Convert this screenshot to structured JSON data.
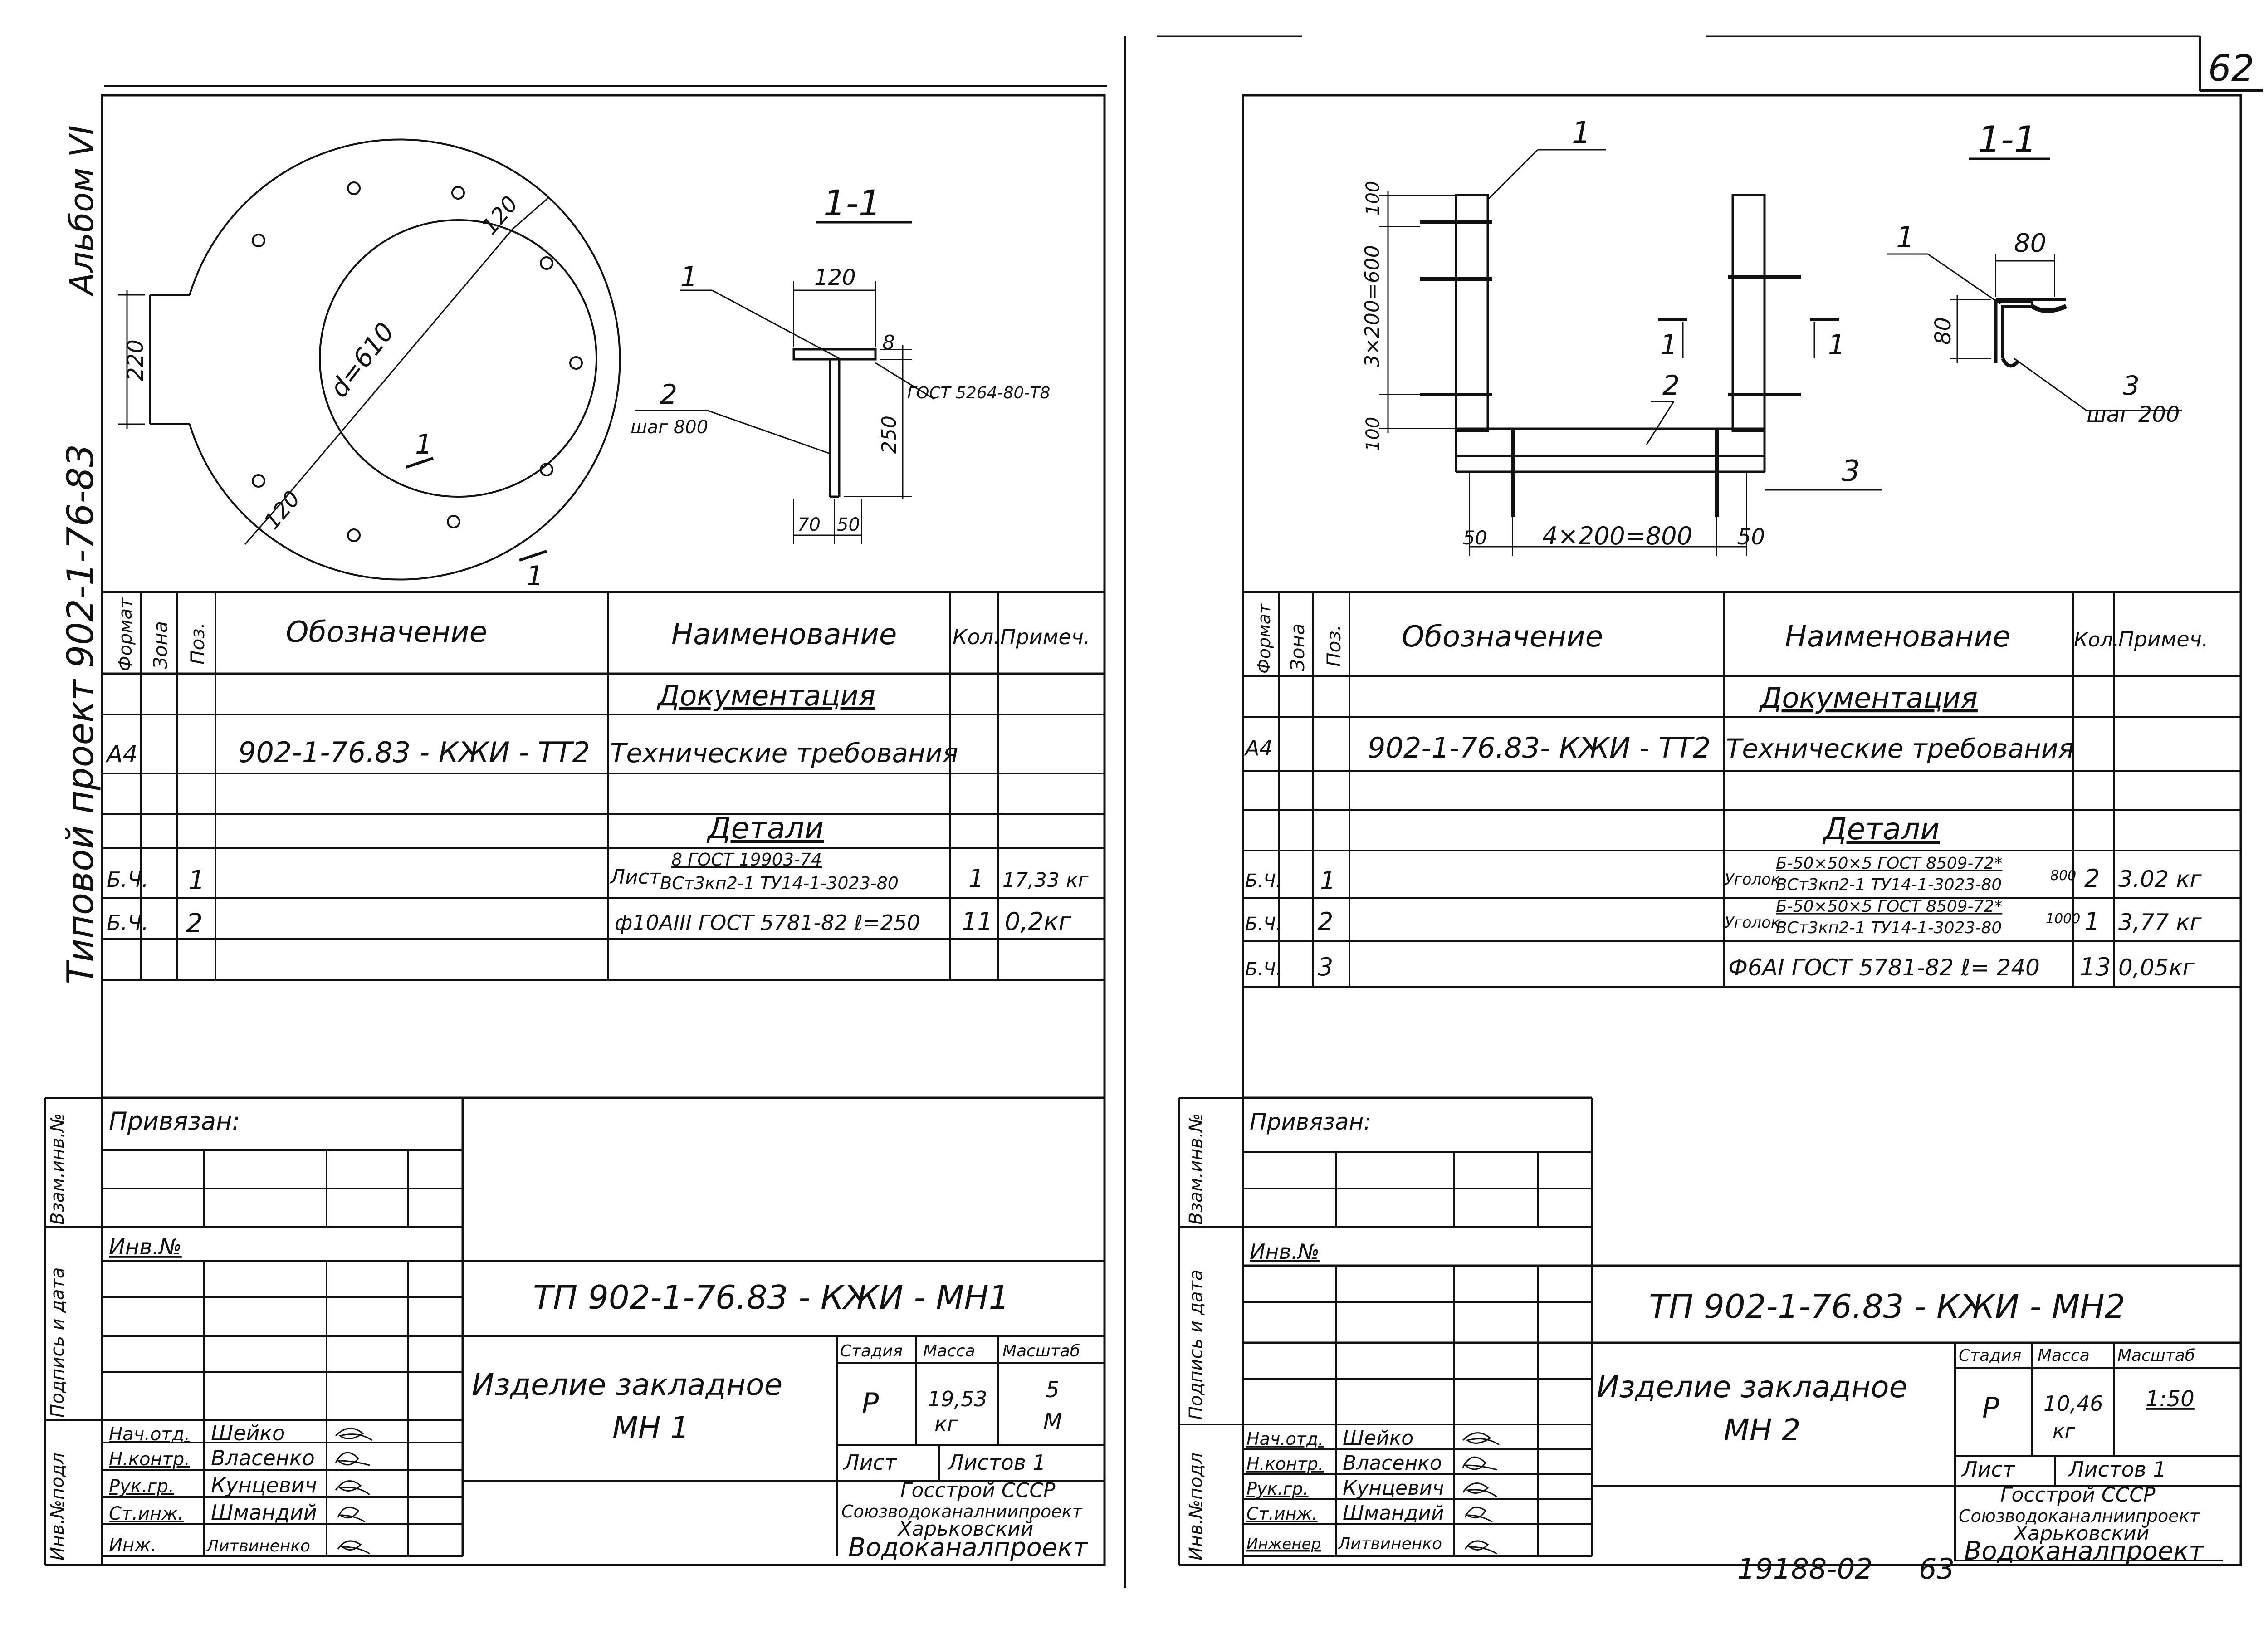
{
  "page_number": "62",
  "footer_code": "19188-02",
  "footer_sheet": "63",
  "left_margin": {
    "album": "Альбом VI",
    "project": "Типовой  проект  902-1-76-83"
  },
  "side_labels": {
    "vzam": "Взам.инв.№",
    "podpis": "Подпись и дата",
    "inv_podl": "Инв.№подл"
  },
  "spec_headers": {
    "format": "Формат",
    "zona": "Зона",
    "poz": "Поз.",
    "oboznachenie": "Обозначение",
    "naimenovanie": "Наименование",
    "kol": "Кол.",
    "primech": "Примеч."
  },
  "sheet1": {
    "drawing": {
      "section_title": "1-1",
      "dim_d": "d=610",
      "dim_220": "220",
      "dim_120_top": "120",
      "dim_120_bottom": "120",
      "section_mark": "1",
      "detail_dim_120": "120",
      "detail_dim_8": "8",
      "detail_dim_250": "250",
      "detail_dim_70": "70",
      "detail_dim_50": "50",
      "callout_1": "1",
      "callout_2": "2",
      "callout_2_note": "шаг 800",
      "gost_note": "ГОСТ 5264-80-Т8"
    },
    "spec": {
      "section_doc": "Документация",
      "doc_format": "А4",
      "doc_designation": "902-1-76.83 - КЖИ - ТТ2",
      "doc_name": "Технические требования",
      "section_parts": "Детали",
      "rows": [
        {
          "format": "Б.Ч.",
          "poz": "1",
          "name_pre": "Лист",
          "name_top": "8 ГОСТ 19903-74",
          "name_bottom": "ВСт3кп2-1 ТУ14-1-3023-80",
          "kol": "1",
          "prim": "17,33 кг"
        },
        {
          "format": "Б.Ч.",
          "poz": "2",
          "name_pre": "",
          "name_top": "ф10АIII ГОСТ 5781-82  ℓ=250",
          "name_bottom": "",
          "kol": "11",
          "prim": "0,2кг"
        }
      ]
    },
    "title_block": {
      "privyazan": "Привязан:",
      "inv_no": "Инв.№",
      "code": "ТП 902-1-76.83 - КЖИ - МН1",
      "name_line1": "Изделие закладное",
      "name_line2": "МН 1",
      "stadiya_label": "Стадия",
      "massa_label": "Масса",
      "masshtab_label": "Масштаб",
      "stadiya": "Р",
      "massa": "19,53",
      "massa_unit": "кг",
      "masshtab_top": "5",
      "masshtab_bottom": "М",
      "list_label": "Лист",
      "listov_label": "Листов 1",
      "org1": "Госстрой СССР",
      "org2": "Союзводоканалниипроект",
      "org3": "Харьковский",
      "org4": "Водоканалпроект",
      "signers": [
        {
          "role": "Нач.отд.",
          "name": "Шейко"
        },
        {
          "role": "Н.контр.",
          "name": "Власенко"
        },
        {
          "role": "Рук.гр.",
          "name": "Кунцевич"
        },
        {
          "role": "Ст.инж.",
          "name": "Шмандий"
        },
        {
          "role": "Инж.",
          "name": "Литвиненко"
        }
      ]
    }
  },
  "sheet2": {
    "drawing": {
      "section_title_top": "1-1",
      "callout_1a": "1",
      "callout_1b": "1",
      "callout_2": "2",
      "callout_3": "3",
      "dim_100_top": "100",
      "dim_3x200": "3×200=600",
      "dim_100_bottom": "100",
      "dim_50_left": "50",
      "dim_4x200": "4×200=800",
      "dim_50_right": "50",
      "mark_1_left": "1",
      "mark_1_right": "1",
      "detail_80_top": "80",
      "detail_80_side": "80",
      "callout_3_detail": "3",
      "detail_note": "шаг 200"
    },
    "spec": {
      "section_doc": "Документация",
      "doc_format": "А4",
      "doc_designation": "902-1-76.83- КЖИ - ТТ2",
      "doc_name": "Технические требования",
      "section_parts": "Детали",
      "rows": [
        {
          "format": "Б.Ч.",
          "poz": "1",
          "name_pre": "Уголок",
          "name_top": "Б-50×50×5 ГОСТ 8509-72*",
          "name_bottom": "ВСт3кп2-1 ТУ14-1-3023-80",
          "name_suffix": "800",
          "kol": "2",
          "prim": "3.02 кг"
        },
        {
          "format": "Б.Ч.",
          "poz": "2",
          "name_pre": "Уголок",
          "name_top": "Б-50×50×5 ГОСТ 8509-72*",
          "name_bottom": "ВСт3кп2-1 ТУ14-1-3023-80",
          "name_suffix": "1000",
          "kol": "1",
          "prim": "3,77 кг"
        },
        {
          "format": "Б.Ч.",
          "poz": "3",
          "name_pre": "",
          "name_top": "Ф6АI  ГОСТ 5781-82  ℓ= 240",
          "name_bottom": "",
          "name_suffix": "",
          "kol": "13",
          "prim": "0,05кг"
        }
      ]
    },
    "title_block": {
      "privyazan": "Привязан:",
      "inv_no": "Инв.№",
      "code": "ТП 902-1-76.83 - КЖИ - МН2",
      "name_line1": "Изделие закладное",
      "name_line2": "МН 2",
      "stadiya_label": "Стадия",
      "massa_label": "Масса",
      "masshtab_label": "Масштаб",
      "stadiya": "Р",
      "massa": "10,46",
      "massa_unit": "кг",
      "masshtab": "1:50",
      "list_label": "Лист",
      "listov_label": "Листов 1",
      "org1": "Госстрой СССР",
      "org2": "Союзводоканалниипроект",
      "org3": "Харьковский",
      "org4": "Водоканалпроект",
      "signers": [
        {
          "role": "Нач.отд.",
          "name": "Шейко"
        },
        {
          "role": "Н.контр.",
          "name": "Власенко"
        },
        {
          "role": "Рук.гр.",
          "name": "Кунцевич"
        },
        {
          "role": "Ст.инж.",
          "name": "Шмандий"
        },
        {
          "role": "Инженер",
          "name": "Литвиненко"
        }
      ]
    }
  }
}
